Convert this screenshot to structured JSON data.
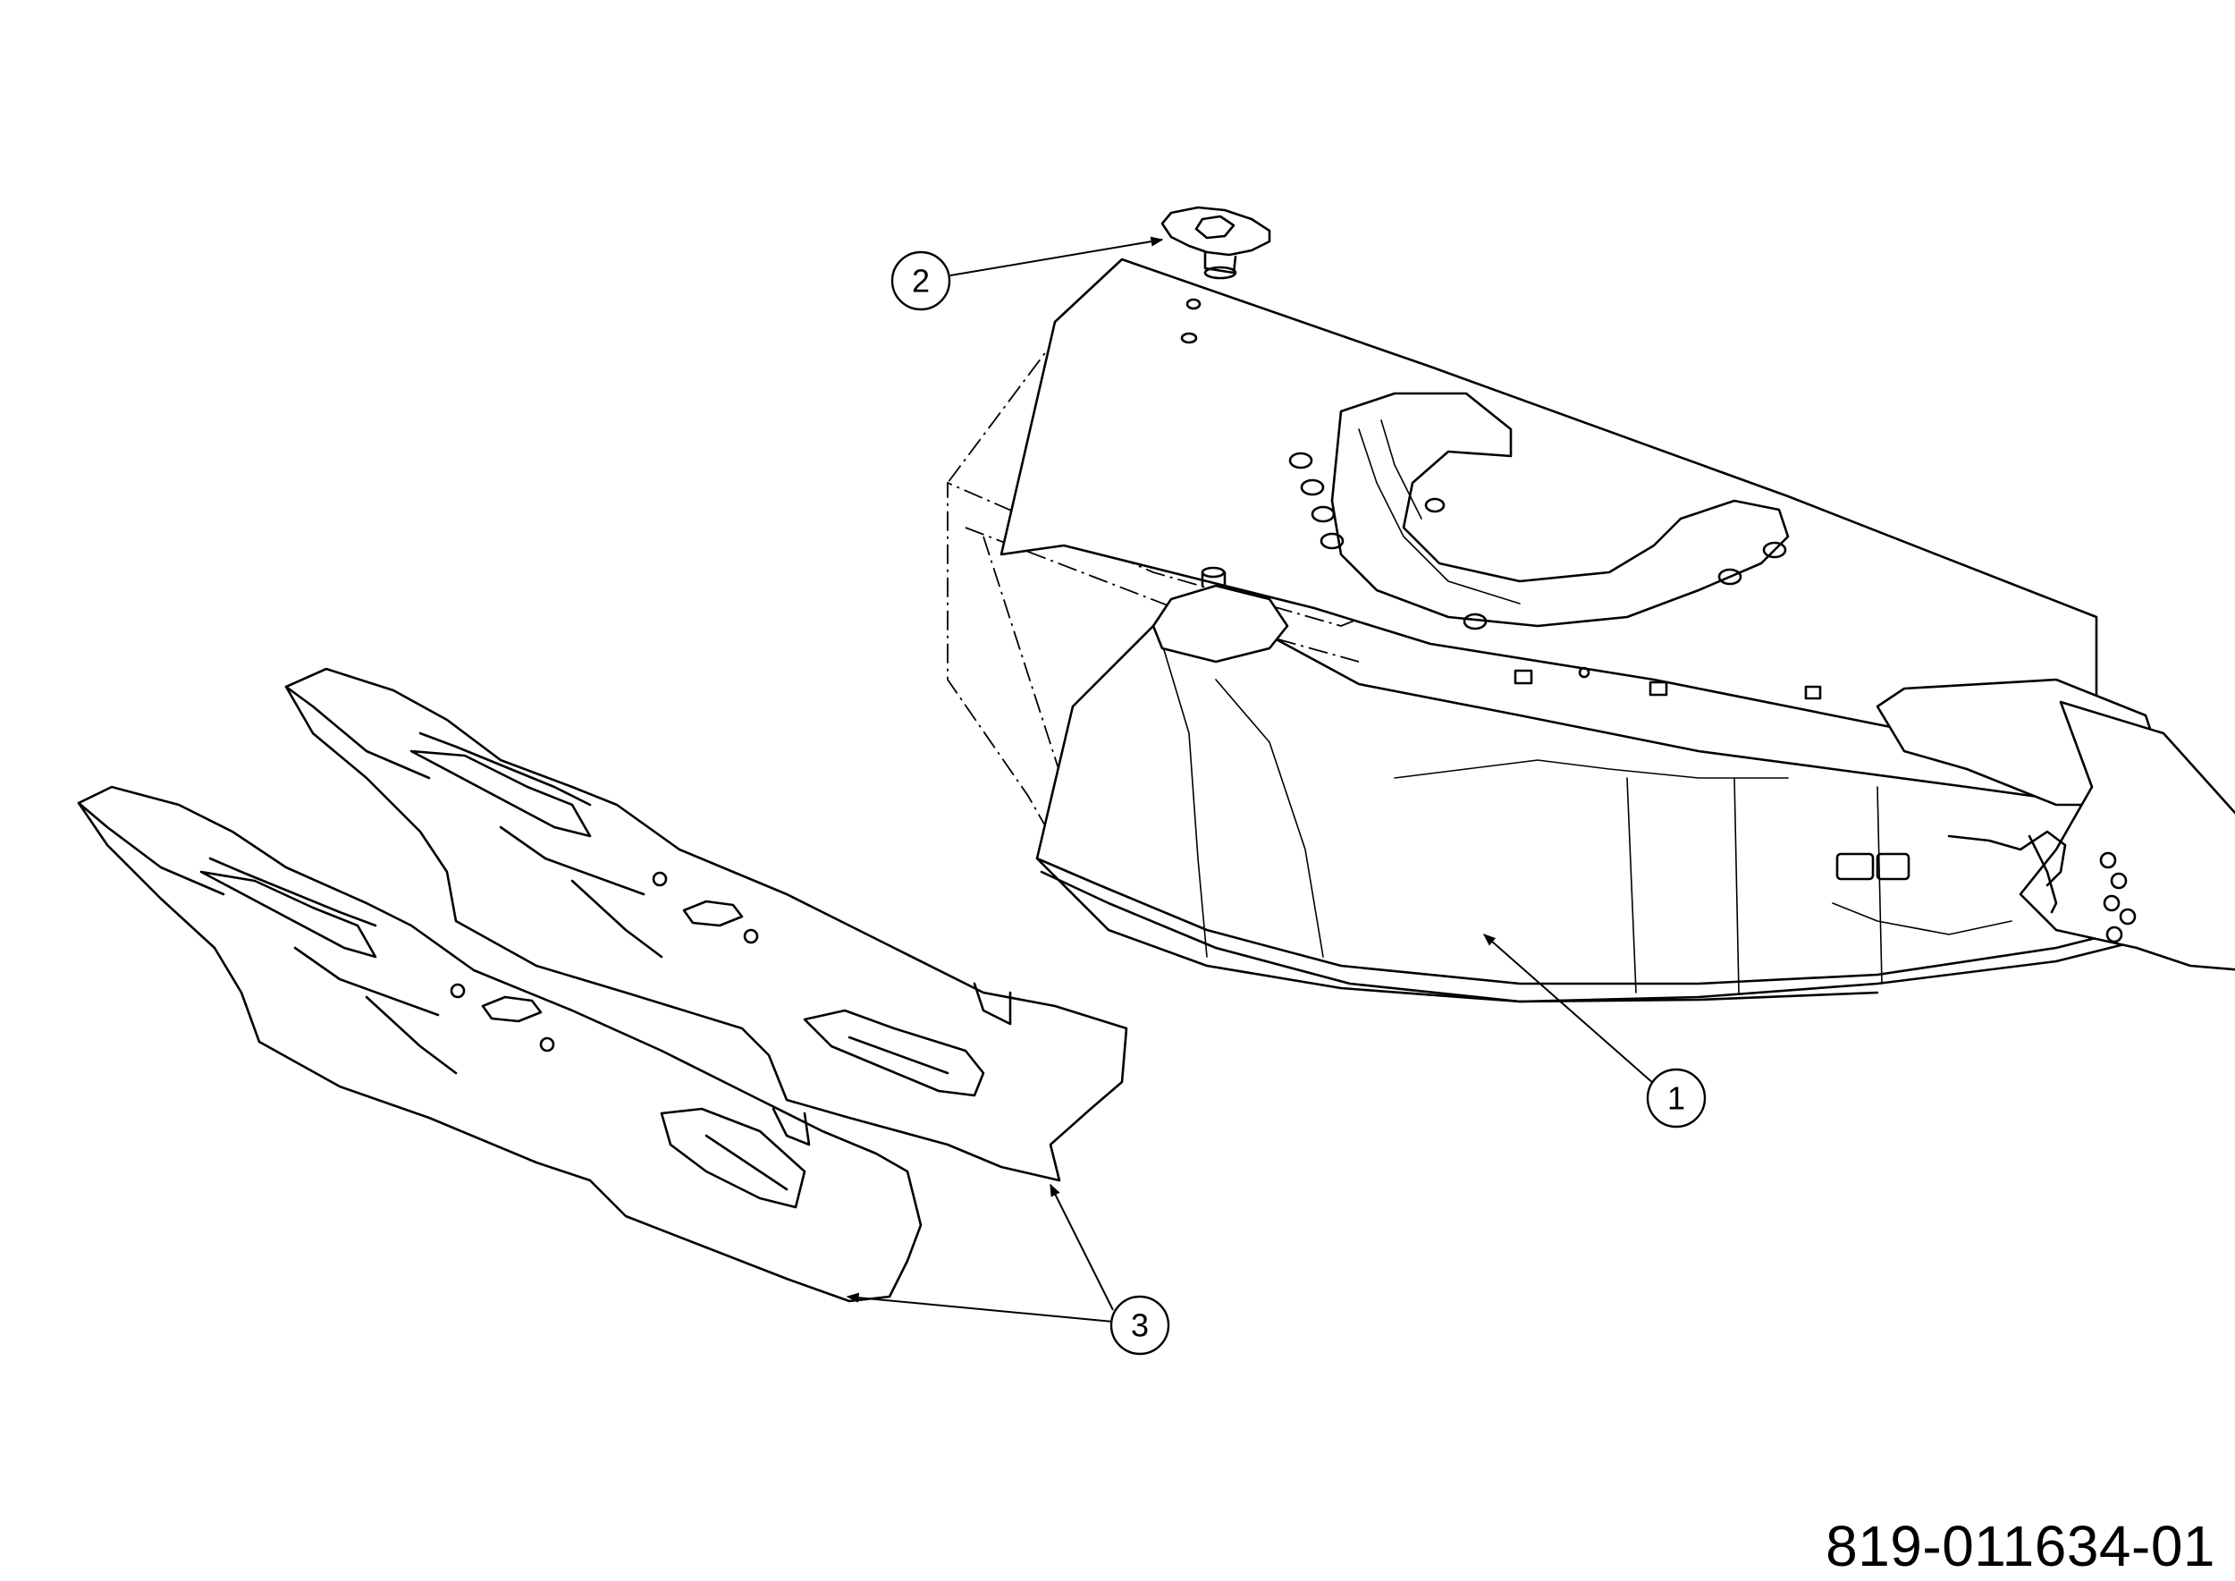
{
  "callouts": [
    {
      "label": "1"
    },
    {
      "label": "2"
    },
    {
      "label": "3"
    }
  ],
  "drawing_number": "819-011634-01"
}
